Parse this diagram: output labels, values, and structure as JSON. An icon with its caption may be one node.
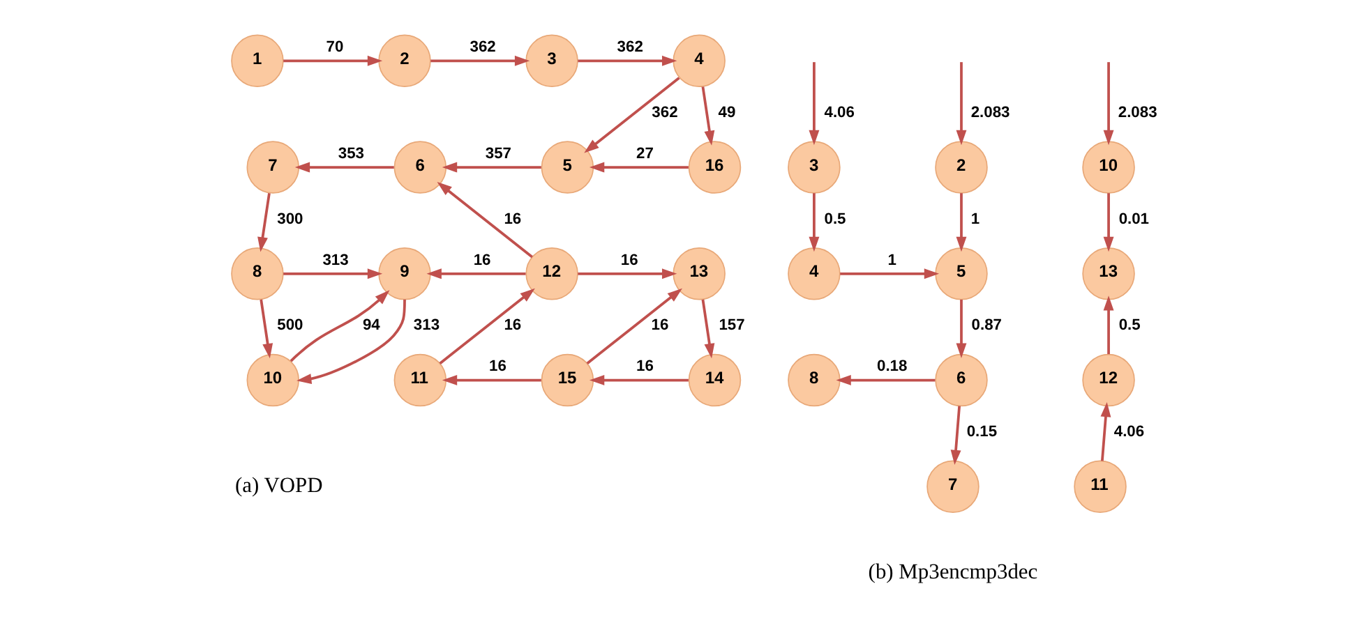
{
  "diagram": {
    "nodes": [
      {
        "text": [
          "1"
        ]
      },
      {
        "text": [
          "2"
        ]
      },
      {
        "text": [
          "3"
        ]
      },
      {
        "text": [
          "4"
        ]
      },
      {
        "text": [
          "5"
        ]
      },
      {
        "text": [
          "6"
        ]
      },
      {
        "text": [
          "7"
        ]
      },
      {
        "text": [
          "8"
        ]
      },
      {
        "text": [
          "9"
        ]
      },
      {
        "text": [
          "10"
        ]
      },
      {
        "text": [
          "11"
        ]
      },
      {
        "text": [
          "12"
        ]
      },
      {
        "text": [
          "13"
        ]
      },
      {
        "text": [
          "14"
        ]
      },
      {
        "text": [
          "15"
        ]
      },
      {
        "text": [
          "16"
        ]
      },
      {
        "text": [
          "3"
        ]
      },
      {
        "text": [
          "2"
        ]
      },
      {
        "text": [
          "10"
        ]
      },
      {
        "text": [
          "4"
        ]
      },
      {
        "text": [
          "5"
        ]
      },
      {
        "text": [
          "13"
        ]
      },
      {
        "text": [
          "8"
        ]
      },
      {
        "text": [
          "6"
        ]
      },
      {
        "text": [
          "12"
        ]
      },
      {
        "text": [
          "7"
        ]
      },
      {
        "text": [
          "11"
        ]
      }
    ],
    "edges": [
      {
        "from": 0,
        "to": 1,
        "arrow": "to",
        "label": "70"
      },
      {
        "from": 1,
        "to": 2,
        "arrow": "to",
        "label": "362"
      },
      {
        "from": 2,
        "to": 3,
        "arrow": "to",
        "label": "362"
      },
      {
        "from": 3,
        "to": 4,
        "arrow": "to",
        "label": "362"
      },
      {
        "from": 3,
        "to": 15,
        "arrow": "to",
        "label": "49"
      },
      {
        "from": 15,
        "to": 4,
        "arrow": "to",
        "label": "27"
      },
      {
        "from": 4,
        "to": 5,
        "arrow": "to",
        "label": "357"
      },
      {
        "from": 5,
        "to": 6,
        "arrow": "to",
        "label": "353"
      },
      {
        "from": 6,
        "to": 7,
        "arrow": "to",
        "label": "300"
      },
      {
        "from": 11,
        "to": 5,
        "arrow": "to",
        "label": "16"
      },
      {
        "from": 7,
        "to": 8,
        "arrow": "to",
        "label": "313"
      },
      {
        "from": 11,
        "to": 8,
        "arrow": "to",
        "label": "16"
      },
      {
        "from": 11,
        "to": 12,
        "arrow": "to",
        "label": "16"
      },
      {
        "from": 7,
        "to": 9,
        "arrow": "to",
        "label": "500"
      },
      {
        "from": 9,
        "to": 8,
        "arrow": "to",
        "label": "94"
      },
      {
        "from": 8,
        "to": 9,
        "arrow": "to",
        "label": "313"
      },
      {
        "from": 10,
        "to": 11,
        "arrow": "to",
        "label": "16"
      },
      {
        "from": 14,
        "to": 12,
        "arrow": "to",
        "label": "16"
      },
      {
        "from": 12,
        "to": 13,
        "arrow": "to",
        "label": "157"
      },
      {
        "from": 14,
        "to": 10,
        "arrow": "to",
        "label": "16"
      },
      {
        "from": 13,
        "to": 14,
        "arrow": "to",
        "label": "16"
      },
      {
        "from": null,
        "to": 16,
        "arrow": "to",
        "label": "4.06"
      },
      {
        "from": null,
        "to": 17,
        "arrow": "to",
        "label": "2.083"
      },
      {
        "from": null,
        "to": 18,
        "arrow": "to",
        "label": "2.083"
      },
      {
        "from": 16,
        "to": 19,
        "arrow": "to",
        "label": "0.5"
      },
      {
        "from": 17,
        "to": 20,
        "arrow": "to",
        "label": "1"
      },
      {
        "from": 19,
        "to": 20,
        "arrow": "to",
        "label": "1"
      },
      {
        "from": 18,
        "to": 21,
        "arrow": "to",
        "label": "0.01"
      },
      {
        "from": 20,
        "to": 23,
        "arrow": "to",
        "label": "0.87"
      },
      {
        "from": 23,
        "to": 22,
        "arrow": "to",
        "label": "0.18"
      },
      {
        "from": 23,
        "to": 25,
        "arrow": "to",
        "label": "0.15"
      },
      {
        "from": 24,
        "to": 21,
        "arrow": "to",
        "label": "0.5"
      },
      {
        "from": 26,
        "to": 24,
        "arrow": "to",
        "label": "4.06"
      }
    ],
    "labels": [
      "(a) VOPD",
      "(b) Mp3encmp3dec"
    ]
  }
}
